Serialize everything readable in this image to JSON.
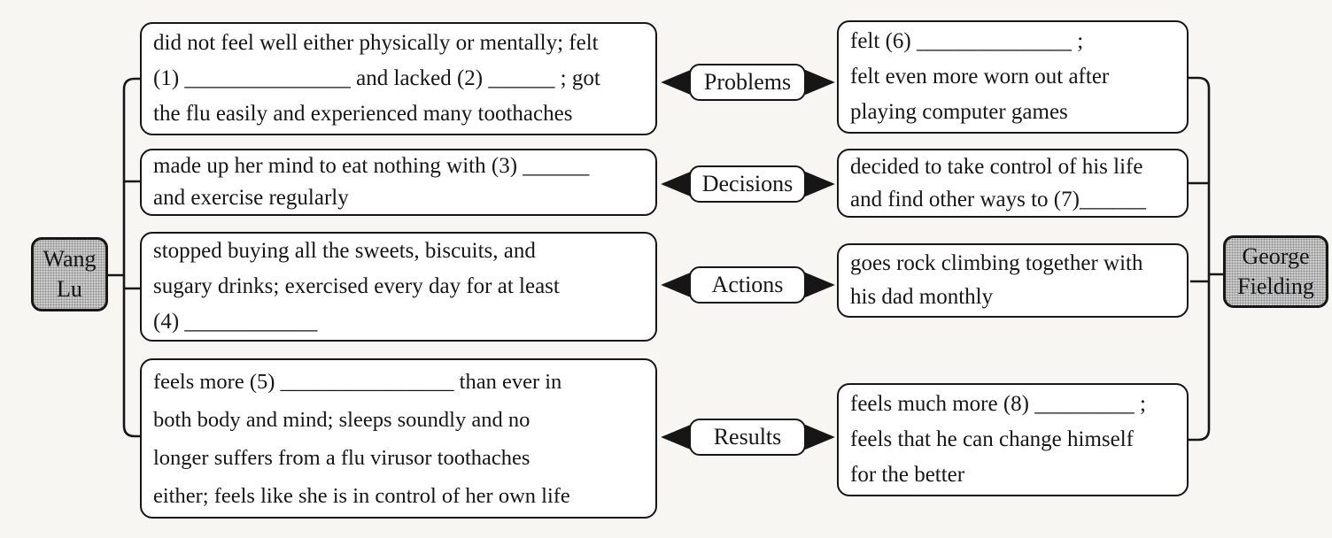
{
  "figure": {
    "left_entity": {
      "lines": [
        "Wang",
        "Lu"
      ]
    },
    "right_entity": {
      "lines": [
        "George",
        "Fielding"
      ]
    },
    "rows": [
      {
        "category": "Problems",
        "left_lines": [
          "did not feel well either physically or mentally; felt",
          "(1) _______________ and lacked (2) ______ ; got",
          "the flu easily and experienced many toothaches"
        ],
        "right_lines": [
          "felt (6) ______________ ;",
          "felt even more worn out after",
          "playing computer games"
        ]
      },
      {
        "category": "Decisions",
        "left_lines": [
          "made up her mind to eat nothing with (3) ______",
          "and exercise regularly"
        ],
        "right_lines": [
          "decided to take control of his life",
          "and find other ways to (7)______"
        ]
      },
      {
        "category": "Actions",
        "left_lines": [
          "stopped buying all the sweets, biscuits, and",
          "sugary drinks; exercised every day for at least",
          "(4) ____________"
        ],
        "right_lines": [
          "goes rock climbing together with",
          "his dad monthly"
        ]
      },
      {
        "category": "Results",
        "left_lines": [
          "feels more (5) ________________ than ever in",
          "both body and mind; sleeps soundly and no",
          "longer suffers from a flu virusor toothaches",
          "either; feels like she is in control of her own life"
        ],
        "right_lines": [
          "feels much more (8) _________ ;",
          "feels that he can change himself",
          "for the better"
        ]
      }
    ],
    "colors": {
      "ink": "#161616",
      "box_fill": "#ffffff",
      "entity_fill": "#cccccc",
      "background": "#f7f6f3"
    }
  }
}
